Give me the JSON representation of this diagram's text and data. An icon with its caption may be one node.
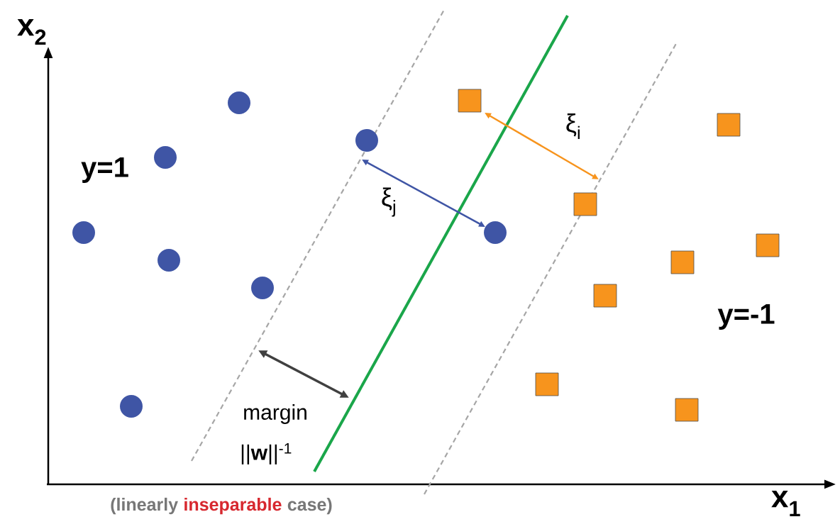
{
  "diagram": {
    "labels": [
      "x$_{2}$",
      "y=1",
      "ξ$_{i}$",
      "ξ$_{j}$",
      "y=-1",
      "margin",
      "||**w**||$^{-1}$",
      "x$_{1}$",
      "(linearly",
      "inseparable",
      "case)"
    ]
  }
}
